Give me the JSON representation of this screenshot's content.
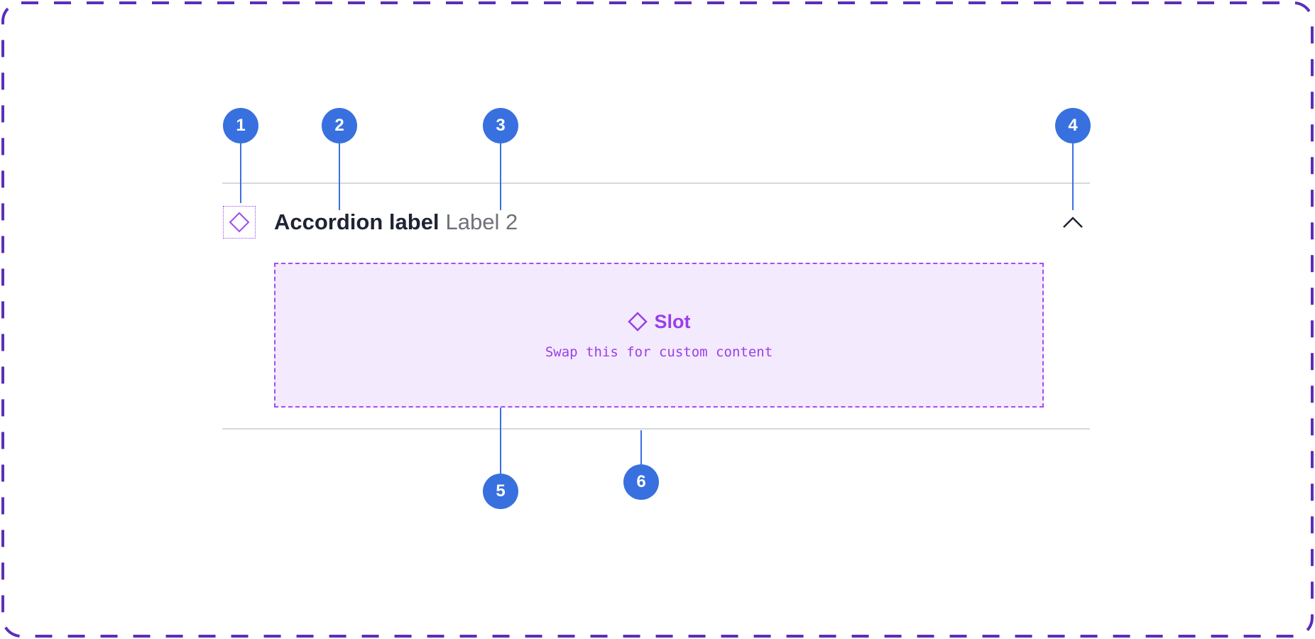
{
  "accordion": {
    "label": "Accordion label",
    "secondary_label": "Label 2",
    "leading_icon": "diamond-icon",
    "trailing_icon": "chevron-up-icon"
  },
  "slot": {
    "title": "Slot",
    "icon": "diamond-icon",
    "subtitle": "Swap this for custom content"
  },
  "markers": [
    "1",
    "2",
    "3",
    "4",
    "5",
    "6"
  ],
  "colors": {
    "frame_border": "#5b2fb8",
    "marker": "#3870df",
    "slot_accent": "#a64bf4",
    "slot_fill": "#f3eafd",
    "divider": "#d6d9de",
    "label": "#1f2333",
    "secondary_label": "#6f7178"
  }
}
